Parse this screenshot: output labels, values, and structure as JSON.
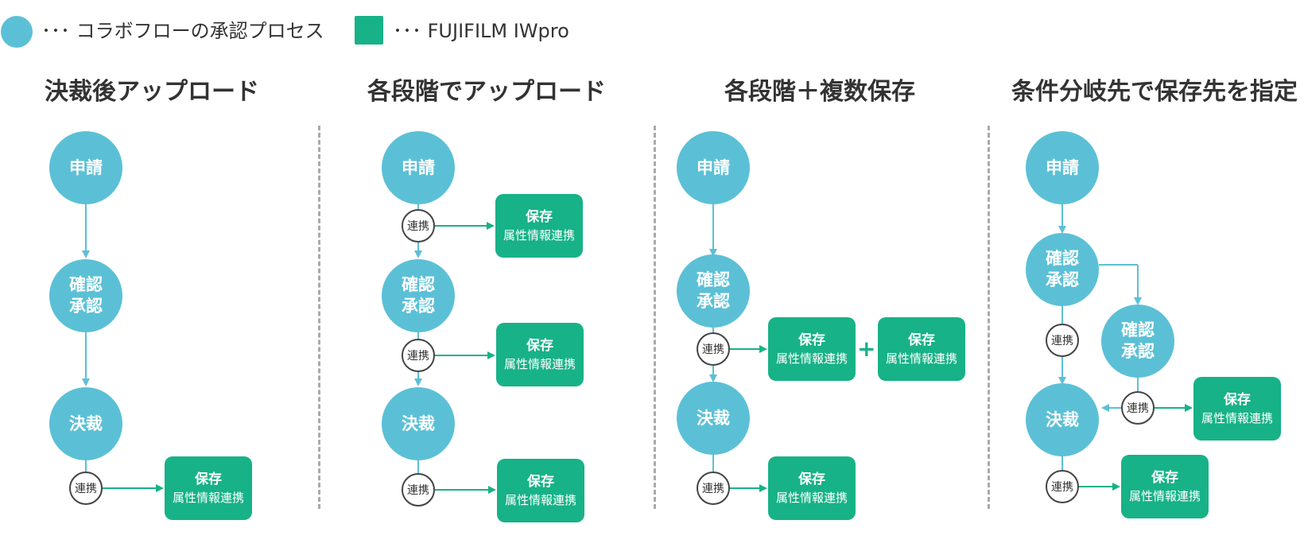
{
  "legend": {
    "approval_label": "･･･ コラボフローの承認プロセス",
    "iwpro_label": "･･･ FUJIFILM IWpro"
  },
  "columns": [
    {
      "title": "決裁後アップロード"
    },
    {
      "title": "各段階でアップロード"
    },
    {
      "title": "各段階＋複数保存"
    },
    {
      "title": "条件分岐先で保存先を指定"
    }
  ],
  "nodes": {
    "apply": "申請",
    "confirm": "確認\n承認",
    "decision": "決裁",
    "link": "連携",
    "save_title": "保存",
    "save_sub": "属性情報連携",
    "plus": "+"
  },
  "colors": {
    "approval": "#5bc0d6",
    "iwpro": "#17b287",
    "divider": "#aaaaaa"
  }
}
